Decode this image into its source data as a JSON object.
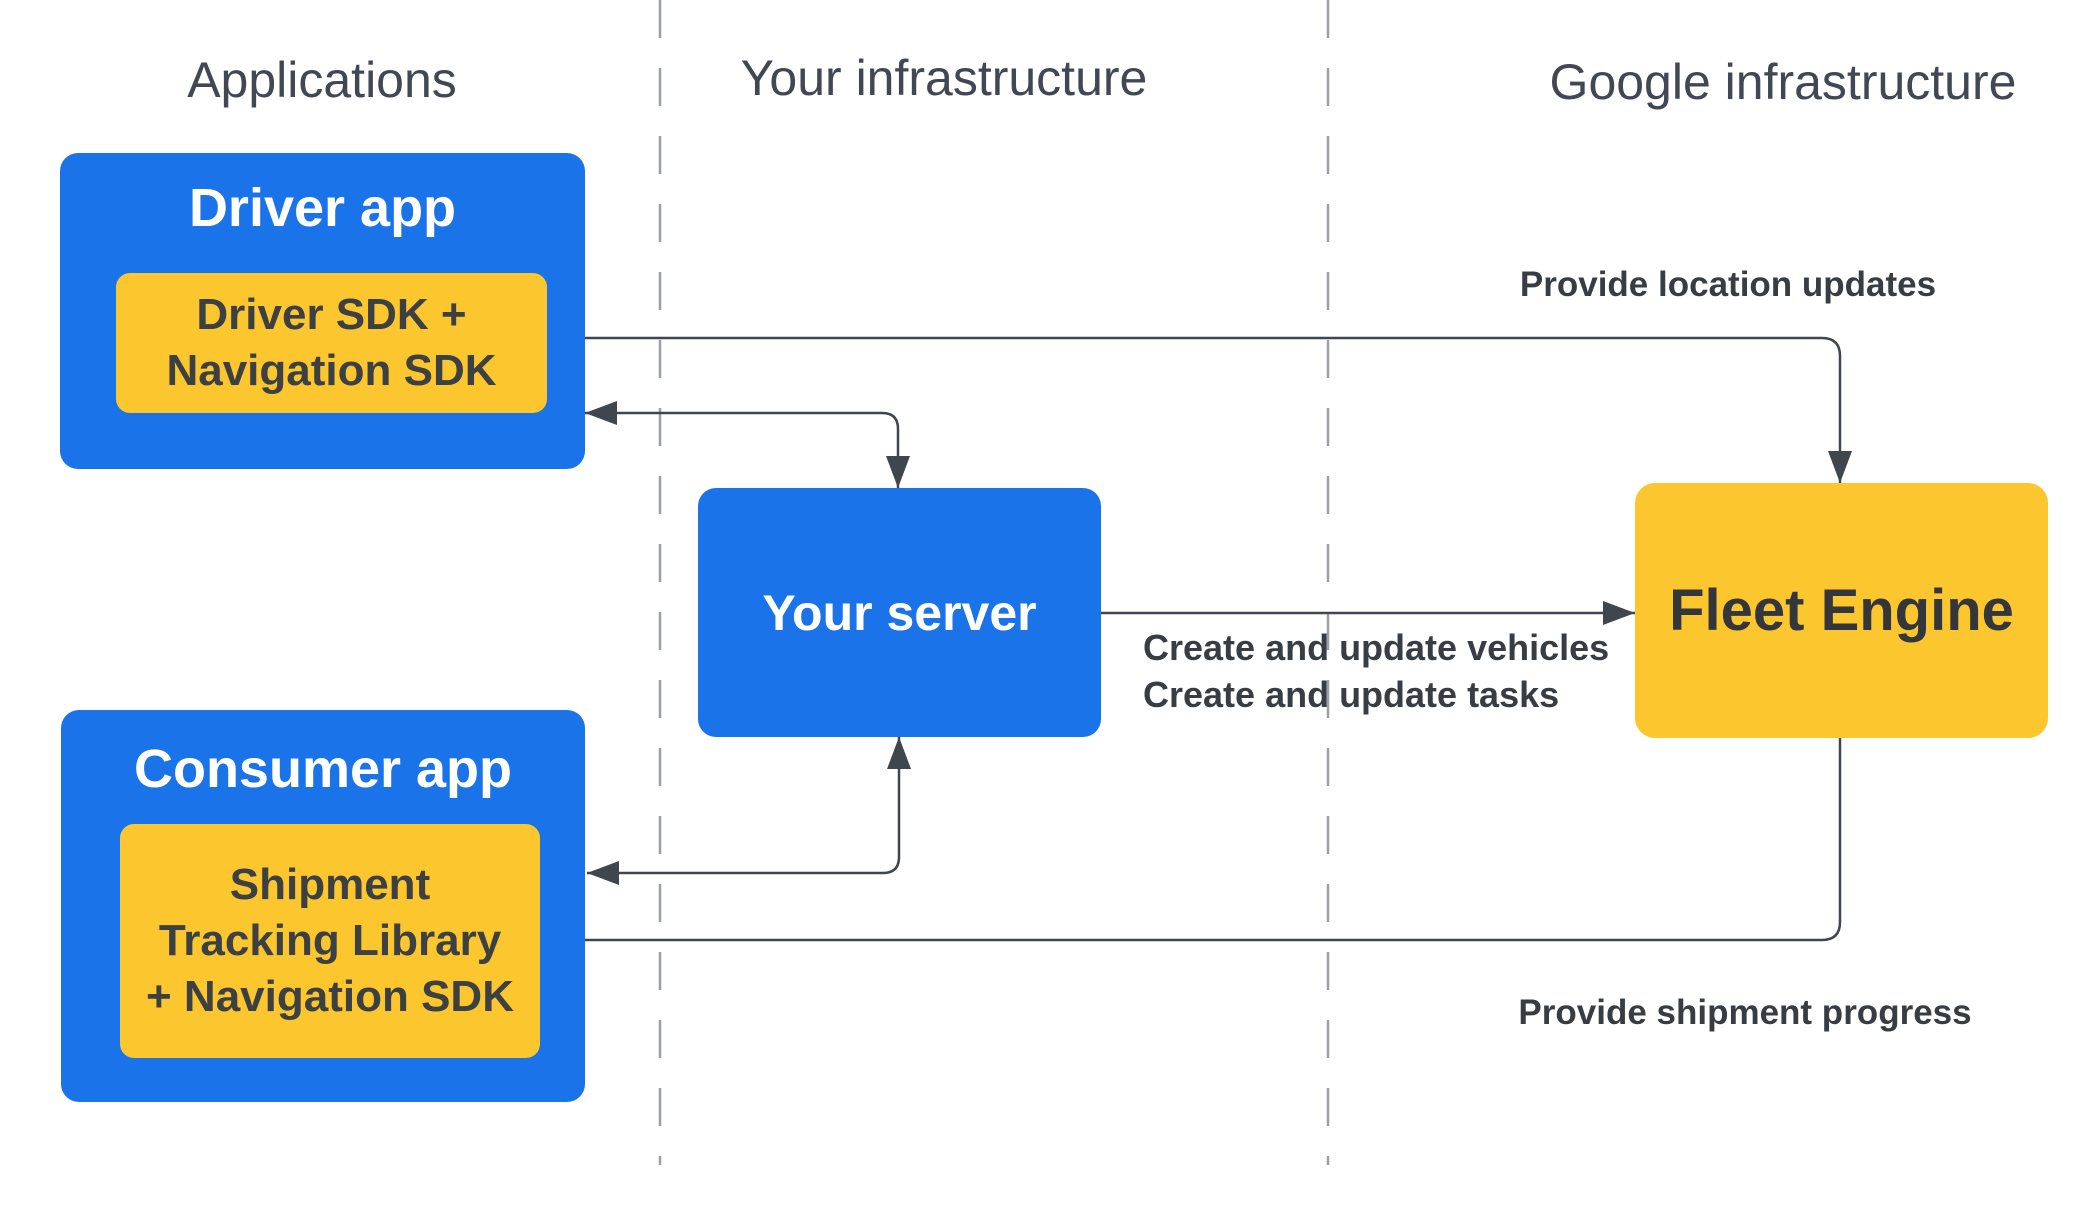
{
  "diagram": {
    "columns": [
      {
        "label": "Applications"
      },
      {
        "label": "Your infrastructure"
      },
      {
        "label": "Google infrastructure"
      }
    ],
    "nodes": {
      "driver_app": {
        "title": "Driver app"
      },
      "driver_sdk": {
        "lines": [
          "Driver SDK +",
          "Navigation SDK"
        ]
      },
      "your_server": {
        "title": "Your server"
      },
      "fleet_engine": {
        "title": "Fleet Engine"
      },
      "consumer_app": {
        "title": "Consumer app"
      },
      "shipment_library": {
        "lines": [
          "Shipment",
          "Tracking Library",
          "+ Navigation SDK"
        ]
      }
    },
    "edges": {
      "provide_location_updates": {
        "label": "Provide location updates"
      },
      "create_update": {
        "lines": [
          "Create and update vehicles",
          "Create and update tasks"
        ]
      },
      "provide_shipment_progress": {
        "label": "Provide shipment progress"
      }
    },
    "colors": {
      "blue": "#1a73e8",
      "yellow": "#fcc62e",
      "arrow": "#40464e",
      "dashed_line": "#9aa0a6",
      "header_text": "#414753",
      "dark_text": "#3c4043",
      "label_text": "#383d44",
      "background": "#ffffff"
    }
  }
}
